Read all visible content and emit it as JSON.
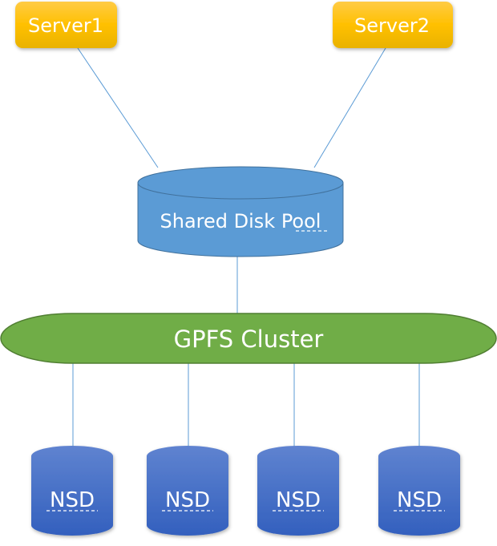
{
  "diagram": {
    "servers": [
      {
        "label": "Server1"
      },
      {
        "label": "Server2"
      }
    ],
    "shared_pool": {
      "label": "Shared Disk Pool"
    },
    "cluster": {
      "label": "GPFS Cluster"
    },
    "nsds": [
      {
        "label": "NSD"
      },
      {
        "label": "NSD"
      },
      {
        "label": "NSD"
      },
      {
        "label": "NSD"
      }
    ],
    "colors": {
      "server_fill_top": "#FFC93C",
      "server_fill_bottom": "#EDB300",
      "pool_fill": "#5B9BD5",
      "pool_stroke": "#41719C",
      "cluster_fill": "#70AD47",
      "cluster_stroke": "#507E32",
      "nsd_fill_top": "#5A80CF",
      "nsd_fill_bottom": "#3563BF",
      "connector": "#5B9BD5"
    }
  }
}
